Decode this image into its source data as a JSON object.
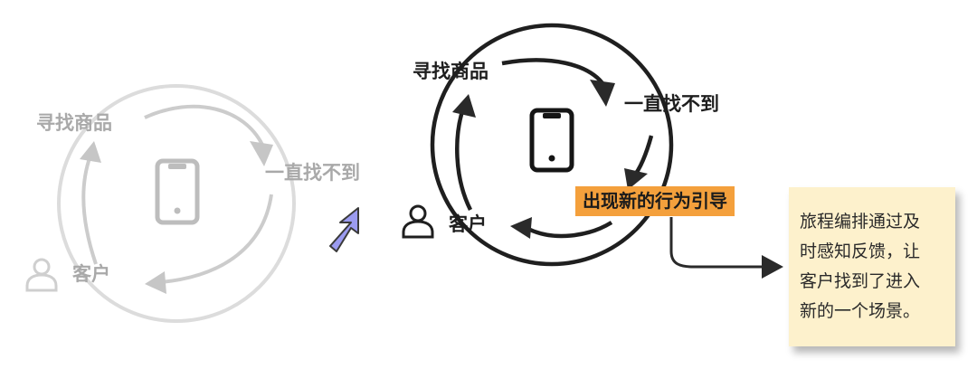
{
  "left_loop": {
    "search_label": "寻找商品",
    "not_found_label": "一直找不到",
    "customer_label": "客户"
  },
  "right_loop": {
    "search_label": "寻找商品",
    "not_found_label": "一直找不到",
    "customer_label": "客户",
    "guidance_label": "出现新的行为引导"
  },
  "note": {
    "lines": [
      "旅程编排通过及",
      "时感知反馈，让",
      "客户找到了进入",
      "新的一个场景。"
    ]
  },
  "colors": {
    "faded": "#cfcfcf",
    "dark": "#222222",
    "highlight": "#f4a03c",
    "note_bg": "#fdf1cc",
    "transition_arrow": "#9b9bf0"
  }
}
